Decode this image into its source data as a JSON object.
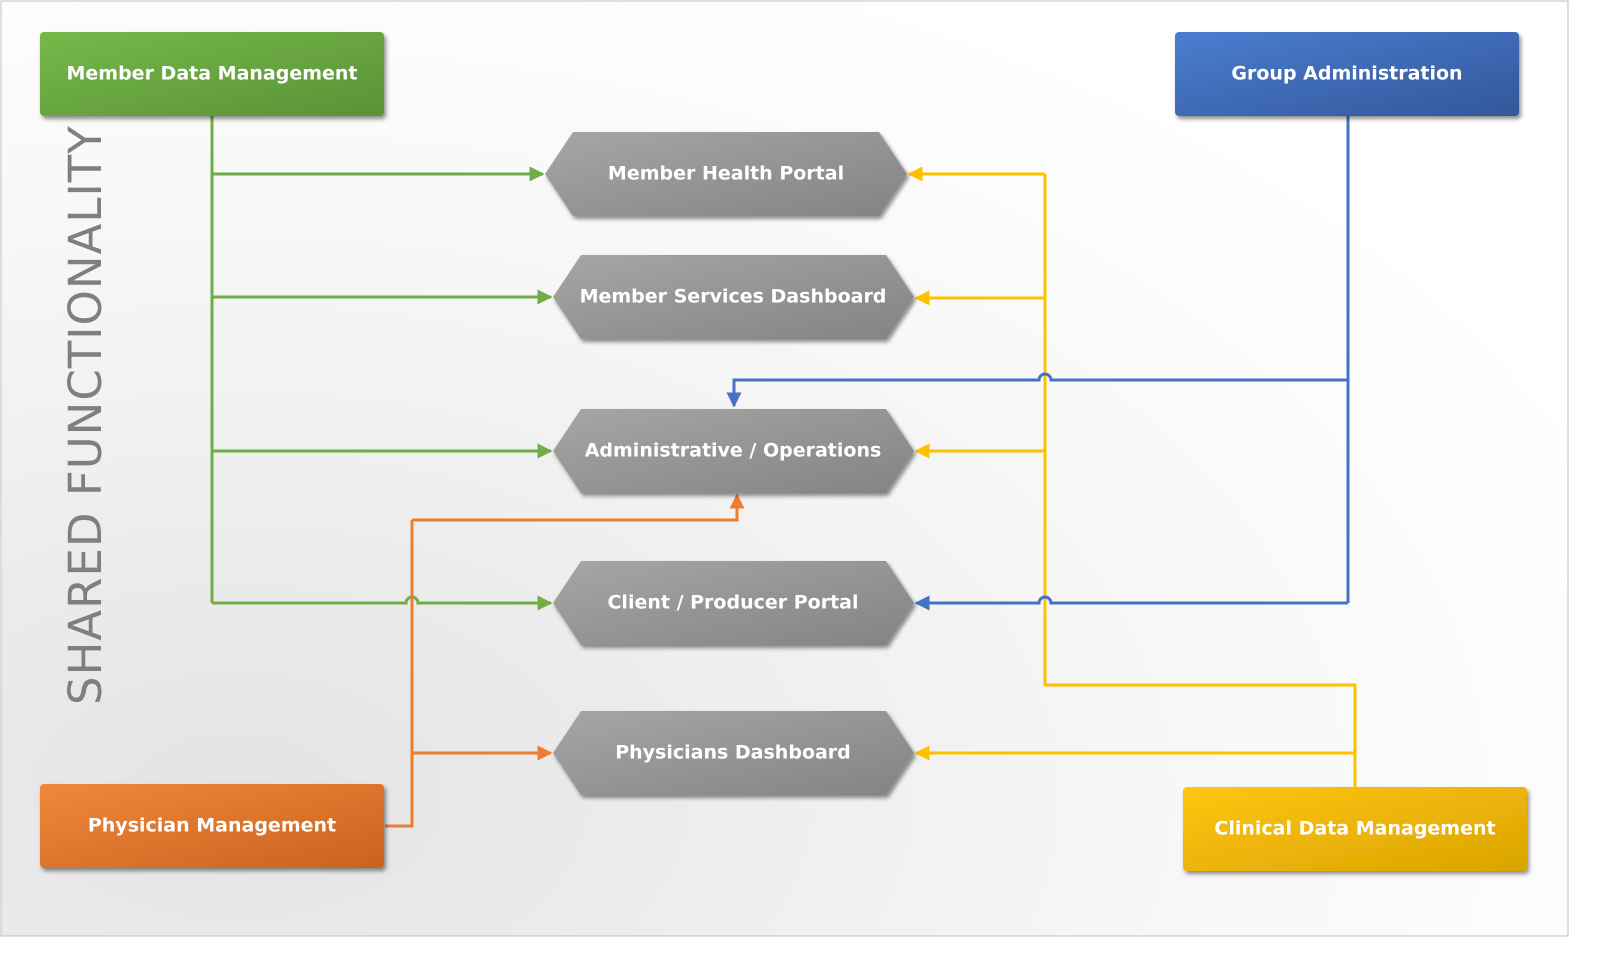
{
  "side_label": "SHARED FUNCTIONALITY",
  "sources": {
    "member_data": "Member Data Management",
    "group_admin": "Group Administration",
    "physician_mgmt": "Physician Management",
    "clinical_data": "Clinical Data Management"
  },
  "targets": {
    "member_health_portal": "Member Health Portal",
    "member_services_dashboard": "Member Services Dashboard",
    "admin_operations": "Administrative / Operations",
    "client_producer_portal": "Client / Producer Portal",
    "physicians_dashboard": "Physicians Dashboard"
  },
  "colors": {
    "green": "#70ad47",
    "blue": "#4472c4",
    "orange": "#ed7d31",
    "yellow": "#ffc000",
    "gray": "#8c8c8c"
  }
}
